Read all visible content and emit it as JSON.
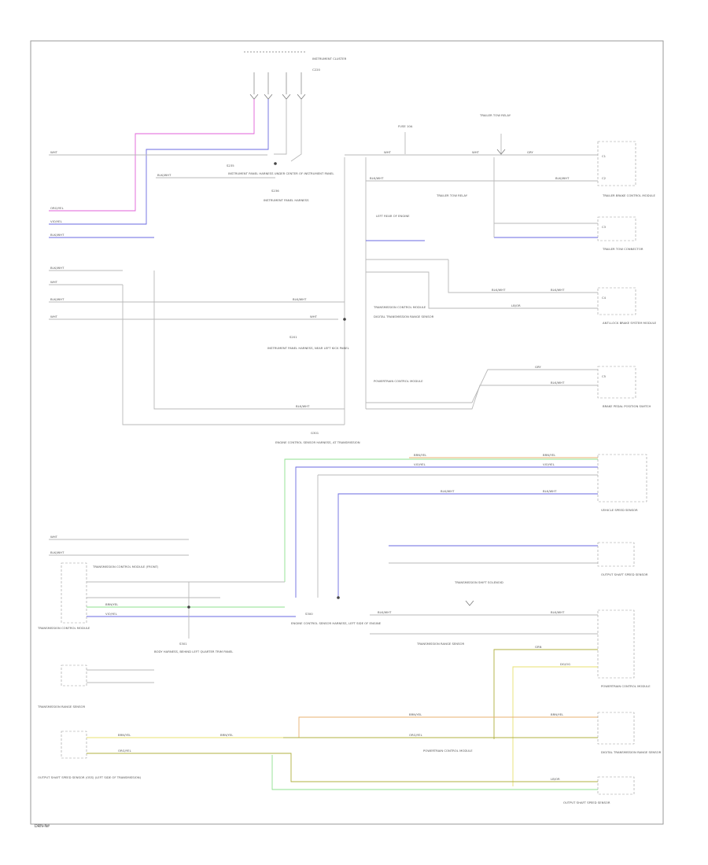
{
  "diagram": {
    "page_number": "DRN-N#",
    "colors": {
      "pink": "#e060d8",
      "blue": "#6a6ae0",
      "green": "#8fe08f",
      "orange": "#e8b070",
      "yellow": "#e8e070",
      "olive": "#b0b040",
      "gray": "#b9b9b9"
    },
    "labels": {
      "cluster_header": "INSTRUMENT CLUSTER",
      "cluster_connector": "C220",
      "cluster_splice": "S235",
      "cluster_splice_desc": "INSTRUMENT PANEL HARNESS UNDER CENTER OF INSTRUMENT PANEL",
      "center_splice": "S236",
      "center_splice_desc": "INSTRUMENT PANEL HARNESS",
      "left_splice": "S201",
      "left_splice_desc": "INSTRUMENT PANEL HARNESS, NEAR LEFT KICK PANEL",
      "rear_splice": "S301",
      "rear_splice_desc": "BODY HARNESS, BEHIND LEFT QUARTER TRIM PANEL",
      "ground_splice": "G301",
      "ground_splice_desc": "ENGINE CONTROL SENSOR HARNESS, AT TRANSMISSION",
      "engine_splice": "S300",
      "engine_splice_desc": "ENGINE CONTROL SENSOR HARNESS, LEFT SIDE OF ENGINE",
      "trailer_module": "TRAILER BRAKE CONTROL MODULE",
      "trailer_tow": "TRAILER TOW CONNECTOR",
      "trailer_relay": "TRAILER TOW RELAY",
      "tcm": "TRANSMISSION CONTROL MODULE",
      "pcm": "POWERTRAIN CONTROL MODULE",
      "abs": "ANTI-LOCK BRAKE SYSTEM MODULE",
      "tr_sensor": "TRANSMISSION RANGE SENSOR",
      "digital_tr": "DIGITAL TRANSMISSION RANGE SENSOR",
      "oss": "OUTPUT SHAFT SPEED SENSOR",
      "tcc_shift": "TRANSMISSION SHIFT SOLENOID",
      "brake_switch": "BRAKE PEDAL POSITION SWITCH",
      "vss": "VEHICLE SPEED SENSOR",
      "fuse_label": "FUSE 10A",
      "left_rear_note": "LEFT REAR OF ENGINE",
      "trans_module_left": "TRANSMISSION CONTROL MODULE (FRONT)",
      "trans_lower_left": "OUTPUT SHAFT SPEED SENSOR (OSS) (LEFT SIDE OF TRANSMISSION)"
    },
    "wires": {
      "wht": "WHT",
      "vio_yel": "VIO/YEL",
      "blk_wht": "BLK/WHT",
      "org_yel": "ORG/YEL",
      "gry": "GRY",
      "brn_yel": "BRN/YEL",
      "grn": "GRN",
      "dg_og": "DG/OG",
      "lb_or": "LB/OR"
    },
    "circuits": {
      "c1": "C1",
      "c2": "C2",
      "c3": "C3",
      "c4": "C4",
      "c5": "C5"
    }
  }
}
